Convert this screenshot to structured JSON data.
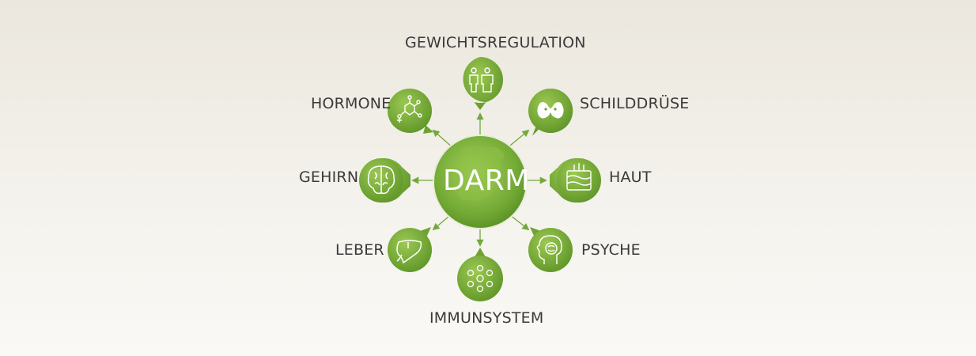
{
  "center": {
    "label": "DARM"
  },
  "nodes": {
    "gewicht": {
      "label": "GEWICHTSREGULATION",
      "icon": "people-weight-icon"
    },
    "schild": {
      "label": "SCHILDDRÜSE",
      "icon": "thyroid-icon"
    },
    "haut": {
      "label": "HAUT",
      "icon": "skin-layers-icon"
    },
    "psyche": {
      "label": "PSYCHE",
      "icon": "head-brain-icon"
    },
    "immun": {
      "label": "IMMUNSYSTEM",
      "icon": "immune-cells-icon"
    },
    "leber": {
      "label": "LEBER",
      "icon": "liver-icon"
    },
    "gehirn": {
      "label": "GEHIRN",
      "icon": "brain-icon"
    },
    "hormone": {
      "label": "HORMONE",
      "icon": "molecule-icon"
    }
  },
  "colors": {
    "bubble": "#7fb03d",
    "bubble_dark": "#5e9326",
    "arrow": "#74a83c",
    "text": "#3a3a3a",
    "background_top": "#ebe7de",
    "background_bottom": "#faf9f6"
  }
}
